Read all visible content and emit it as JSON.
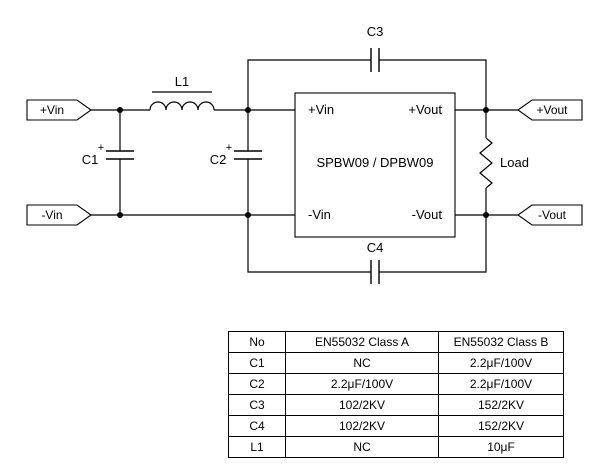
{
  "schematic": {
    "terminals": {
      "vin_pos": "+Vin",
      "vin_neg": "-Vin",
      "vout_pos": "+Vout",
      "vout_neg": "-Vout"
    },
    "module": {
      "name": "SPBW09 / DPBW09",
      "pin_vin_pos": "+Vin",
      "pin_vout_pos": "+Vout",
      "pin_vin_neg": "-Vin",
      "pin_vout_neg": "-Vout"
    },
    "components": {
      "c1": "C1",
      "c2": "C2",
      "c3": "C3",
      "c4": "C4",
      "l1": "L1",
      "load": "Load"
    },
    "polarity": "+"
  },
  "table": {
    "headers": [
      "No",
      "EN55032 Class A",
      "EN55032 Class B"
    ],
    "rows": [
      {
        "no": "C1",
        "class_a": "NC",
        "class_b": "2.2μF/100V"
      },
      {
        "no": "C2",
        "class_a": "2.2μF/100V",
        "class_b": "2.2μF/100V"
      },
      {
        "no": "C3",
        "class_a": "102/2KV",
        "class_b": "152/2KV"
      },
      {
        "no": "C4",
        "class_a": "102/2KV",
        "class_b": "152/2KV"
      },
      {
        "no": "L1",
        "class_a": "NC",
        "class_b": "10μF"
      }
    ]
  }
}
